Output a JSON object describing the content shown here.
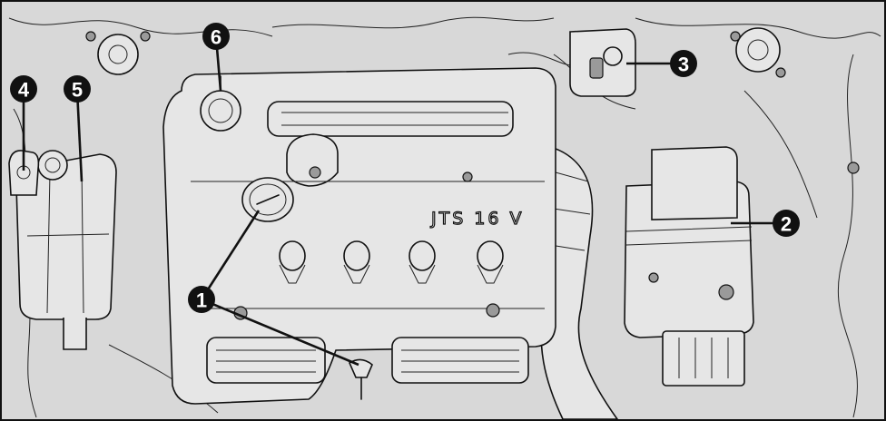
{
  "cover_label": "JTS 16 V",
  "callouts": [
    {
      "id": "1",
      "label": "1"
    },
    {
      "id": "2",
      "label": "2"
    },
    {
      "id": "3",
      "label": "3"
    },
    {
      "id": "4",
      "label": "4"
    },
    {
      "id": "5",
      "label": "5"
    },
    {
      "id": "6",
      "label": "6"
    }
  ],
  "colors": {
    "background": "#d8d8d8",
    "line": "#111111",
    "callout_fill": "#111111",
    "callout_text": "#ffffff"
  }
}
